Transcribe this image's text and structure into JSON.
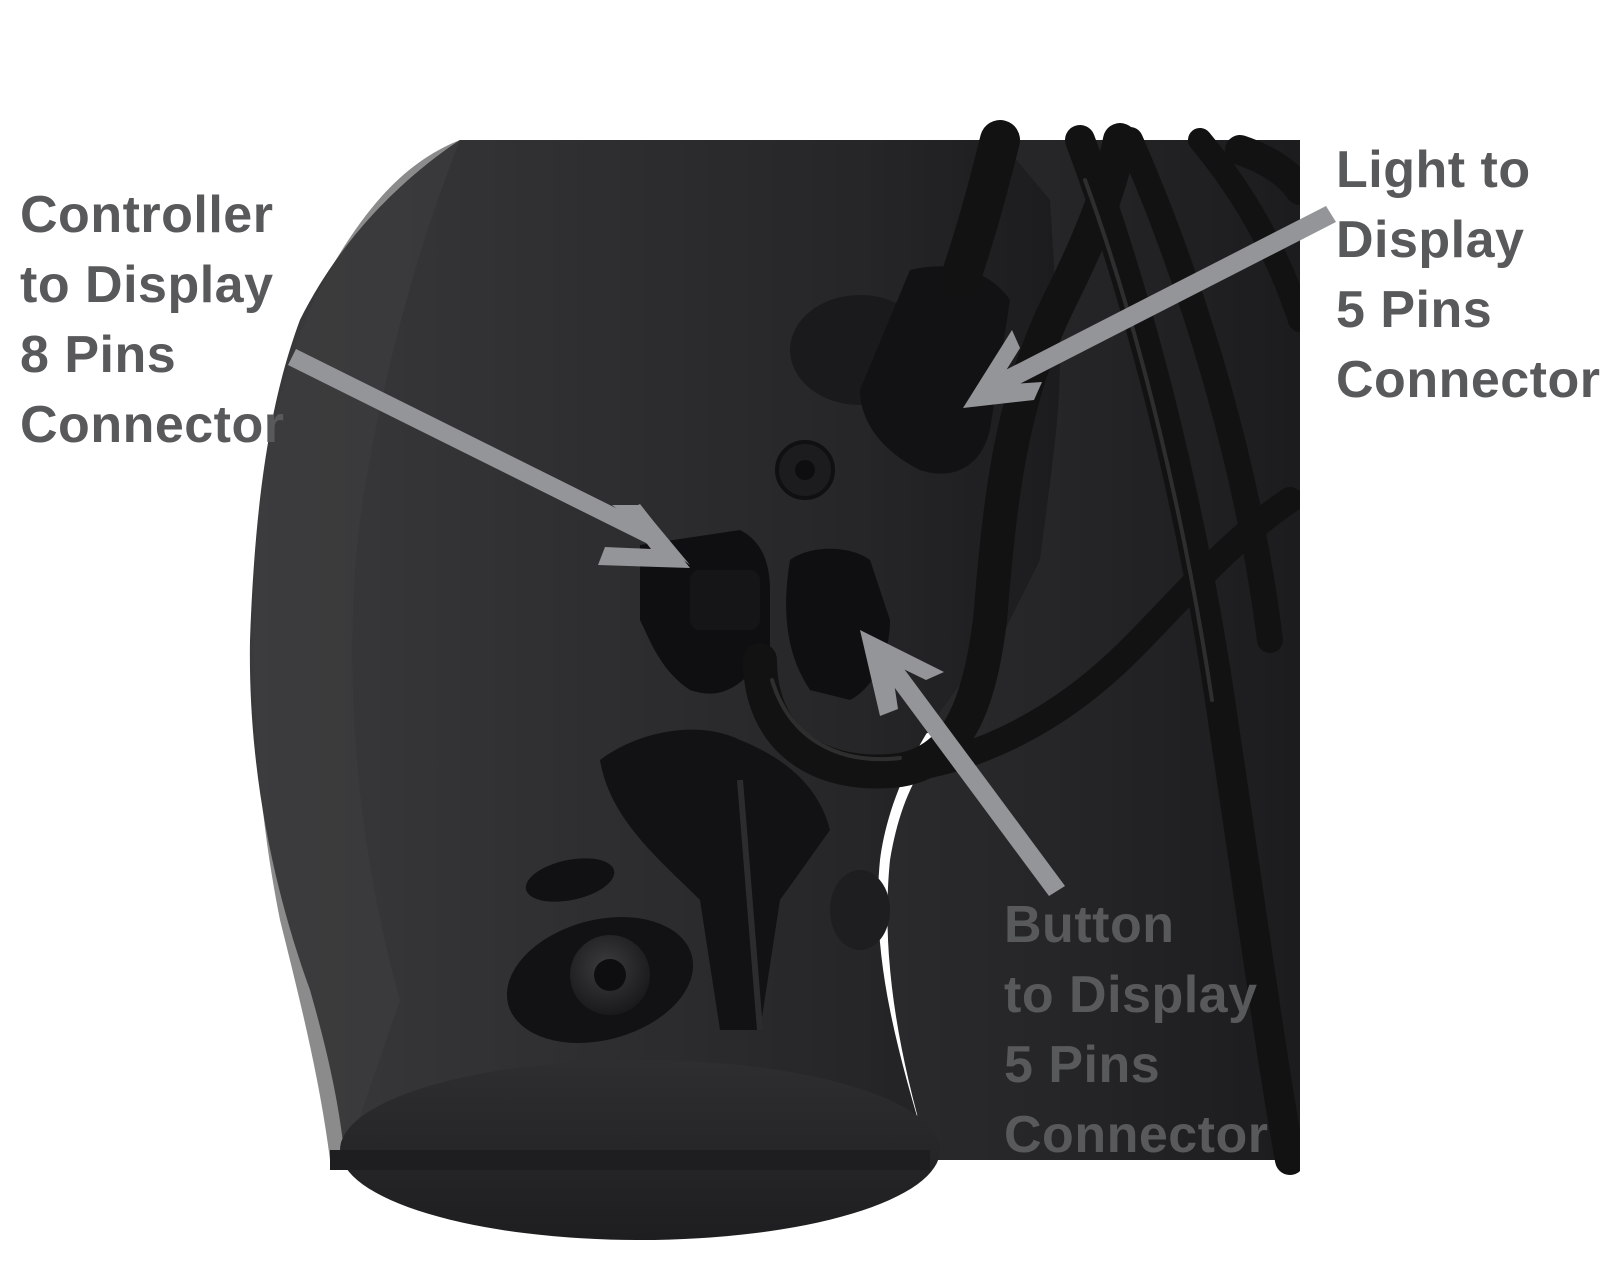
{
  "labels": {
    "controller": [
      "Controller",
      "to Display",
      "8 Pins",
      "Connector"
    ],
    "light": [
      "Light to",
      "Display",
      "5 Pins",
      "Connector"
    ],
    "button": [
      "Button",
      "to Display",
      "5 Pins",
      "Connector"
    ]
  },
  "colors": {
    "label_text": "#58595b",
    "arrow": "#939598",
    "body": "#2a2a2c",
    "body_shadow": "#1a1a1c",
    "cable": "#141414",
    "background": "#ffffff"
  }
}
